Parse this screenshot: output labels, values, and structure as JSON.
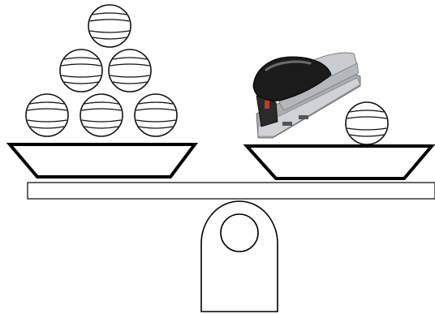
{
  "scene": {
    "description_free": true,
    "left_pan": {
      "ball_count": 6,
      "arrangement_rows": [
        1,
        2,
        3
      ]
    },
    "right_pan": {
      "items": [
        "stapler-icon",
        "ball-icon"
      ],
      "ball_count": 1
    },
    "colors": {
      "outline": "#000000",
      "ball_stroke": "#111111",
      "stapler_body": "#c7cbd0",
      "stapler_top": "#1b1b1b",
      "stapler_red": "#c0392b"
    }
  }
}
